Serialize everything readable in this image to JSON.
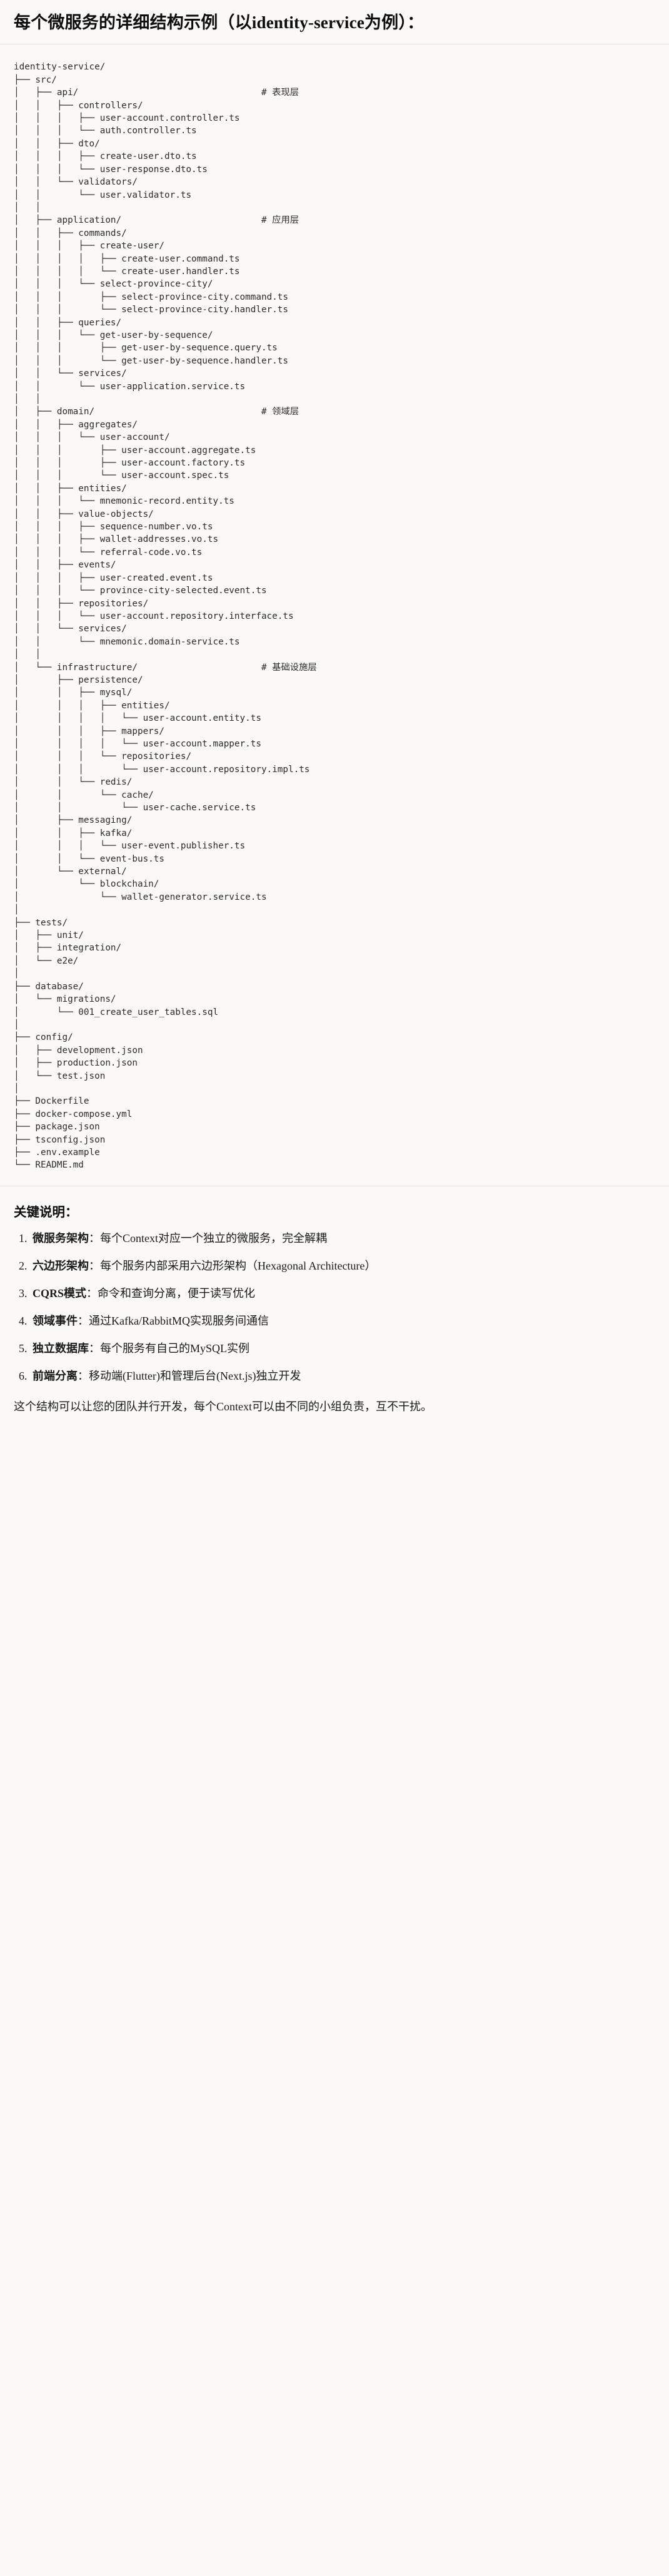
{
  "heading": "每个微服务的详细结构示例（以identity-service为例）：",
  "tree": {
    "root": "identity-service/",
    "lines": [
      {
        "prefix": "",
        "name": "identity-service/",
        "comment": ""
      },
      {
        "prefix": "├── ",
        "name": "src/",
        "comment": ""
      },
      {
        "prefix": "│   ├── ",
        "name": "api/",
        "comment": "# 表现层"
      },
      {
        "prefix": "│   │   ├── ",
        "name": "controllers/",
        "comment": ""
      },
      {
        "prefix": "│   │   │   ├── ",
        "name": "user-account.controller.ts",
        "comment": ""
      },
      {
        "prefix": "│   │   │   └── ",
        "name": "auth.controller.ts",
        "comment": ""
      },
      {
        "prefix": "│   │   ├── ",
        "name": "dto/",
        "comment": ""
      },
      {
        "prefix": "│   │   │   ├── ",
        "name": "create-user.dto.ts",
        "comment": ""
      },
      {
        "prefix": "│   │   │   └── ",
        "name": "user-response.dto.ts",
        "comment": ""
      },
      {
        "prefix": "│   │   └── ",
        "name": "validators/",
        "comment": ""
      },
      {
        "prefix": "│   │       └── ",
        "name": "user.validator.ts",
        "comment": ""
      },
      {
        "prefix": "│   │",
        "name": "",
        "comment": ""
      },
      {
        "prefix": "│   ├── ",
        "name": "application/",
        "comment": "# 应用层"
      },
      {
        "prefix": "│   │   ├── ",
        "name": "commands/",
        "comment": ""
      },
      {
        "prefix": "│   │   │   ├── ",
        "name": "create-user/",
        "comment": ""
      },
      {
        "prefix": "│   │   │   │   ├── ",
        "name": "create-user.command.ts",
        "comment": ""
      },
      {
        "prefix": "│   │   │   │   └── ",
        "name": "create-user.handler.ts",
        "comment": ""
      },
      {
        "prefix": "│   │   │   └── ",
        "name": "select-province-city/",
        "comment": ""
      },
      {
        "prefix": "│   │   │       ├── ",
        "name": "select-province-city.command.ts",
        "comment": ""
      },
      {
        "prefix": "│   │   │       └── ",
        "name": "select-province-city.handler.ts",
        "comment": ""
      },
      {
        "prefix": "│   │   ├── ",
        "name": "queries/",
        "comment": ""
      },
      {
        "prefix": "│   │   │   └── ",
        "name": "get-user-by-sequence/",
        "comment": ""
      },
      {
        "prefix": "│   │   │       ├── ",
        "name": "get-user-by-sequence.query.ts",
        "comment": ""
      },
      {
        "prefix": "│   │   │       └── ",
        "name": "get-user-by-sequence.handler.ts",
        "comment": ""
      },
      {
        "prefix": "│   │   └── ",
        "name": "services/",
        "comment": ""
      },
      {
        "prefix": "│   │       └── ",
        "name": "user-application.service.ts",
        "comment": ""
      },
      {
        "prefix": "│   │",
        "name": "",
        "comment": ""
      },
      {
        "prefix": "│   ├── ",
        "name": "domain/",
        "comment": "# 领域层"
      },
      {
        "prefix": "│   │   ├── ",
        "name": "aggregates/",
        "comment": ""
      },
      {
        "prefix": "│   │   │   └── ",
        "name": "user-account/",
        "comment": ""
      },
      {
        "prefix": "│   │   │       ├── ",
        "name": "user-account.aggregate.ts",
        "comment": ""
      },
      {
        "prefix": "│   │   │       ├── ",
        "name": "user-account.factory.ts",
        "comment": ""
      },
      {
        "prefix": "│   │   │       └── ",
        "name": "user-account.spec.ts",
        "comment": ""
      },
      {
        "prefix": "│   │   ├── ",
        "name": "entities/",
        "comment": ""
      },
      {
        "prefix": "│   │   │   └── ",
        "name": "mnemonic-record.entity.ts",
        "comment": ""
      },
      {
        "prefix": "│   │   ├── ",
        "name": "value-objects/",
        "comment": ""
      },
      {
        "prefix": "│   │   │   ├── ",
        "name": "sequence-number.vo.ts",
        "comment": ""
      },
      {
        "prefix": "│   │   │   ├── ",
        "name": "wallet-addresses.vo.ts",
        "comment": ""
      },
      {
        "prefix": "│   │   │   └── ",
        "name": "referral-code.vo.ts",
        "comment": ""
      },
      {
        "prefix": "│   │   ├── ",
        "name": "events/",
        "comment": ""
      },
      {
        "prefix": "│   │   │   ├── ",
        "name": "user-created.event.ts",
        "comment": ""
      },
      {
        "prefix": "│   │   │   └── ",
        "name": "province-city-selected.event.ts",
        "comment": ""
      },
      {
        "prefix": "│   │   ├── ",
        "name": "repositories/",
        "comment": ""
      },
      {
        "prefix": "│   │   │   └── ",
        "name": "user-account.repository.interface.ts",
        "comment": ""
      },
      {
        "prefix": "│   │   └── ",
        "name": "services/",
        "comment": ""
      },
      {
        "prefix": "│   │       └── ",
        "name": "mnemonic.domain-service.ts",
        "comment": ""
      },
      {
        "prefix": "│   │",
        "name": "",
        "comment": ""
      },
      {
        "prefix": "│   └── ",
        "name": "infrastructure/",
        "comment": "# 基础设施层"
      },
      {
        "prefix": "│       ├── ",
        "name": "persistence/",
        "comment": ""
      },
      {
        "prefix": "│       │   ├── ",
        "name": "mysql/",
        "comment": ""
      },
      {
        "prefix": "│       │   │   ├── ",
        "name": "entities/",
        "comment": ""
      },
      {
        "prefix": "│       │   │   │   └── ",
        "name": "user-account.entity.ts",
        "comment": ""
      },
      {
        "prefix": "│       │   │   ├── ",
        "name": "mappers/",
        "comment": ""
      },
      {
        "prefix": "│       │   │   │   └── ",
        "name": "user-account.mapper.ts",
        "comment": ""
      },
      {
        "prefix": "│       │   │   └── ",
        "name": "repositories/",
        "comment": ""
      },
      {
        "prefix": "│       │   │       └── ",
        "name": "user-account.repository.impl.ts",
        "comment": ""
      },
      {
        "prefix": "│       │   └── ",
        "name": "redis/",
        "comment": ""
      },
      {
        "prefix": "│       │       └── ",
        "name": "cache/",
        "comment": ""
      },
      {
        "prefix": "│       │           └── ",
        "name": "user-cache.service.ts",
        "comment": ""
      },
      {
        "prefix": "│       ├── ",
        "name": "messaging/",
        "comment": ""
      },
      {
        "prefix": "│       │   ├── ",
        "name": "kafka/",
        "comment": ""
      },
      {
        "prefix": "│       │   │   └── ",
        "name": "user-event.publisher.ts",
        "comment": ""
      },
      {
        "prefix": "│       │   └── ",
        "name": "event-bus.ts",
        "comment": ""
      },
      {
        "prefix": "│       └── ",
        "name": "external/",
        "comment": ""
      },
      {
        "prefix": "│           └── ",
        "name": "blockchain/",
        "comment": ""
      },
      {
        "prefix": "│               └── ",
        "name": "wallet-generator.service.ts",
        "comment": ""
      },
      {
        "prefix": "│",
        "name": "",
        "comment": ""
      },
      {
        "prefix": "├── ",
        "name": "tests/",
        "comment": ""
      },
      {
        "prefix": "│   ├── ",
        "name": "unit/",
        "comment": ""
      },
      {
        "prefix": "│   ├── ",
        "name": "integration/",
        "comment": ""
      },
      {
        "prefix": "│   └── ",
        "name": "e2e/",
        "comment": ""
      },
      {
        "prefix": "│",
        "name": "",
        "comment": ""
      },
      {
        "prefix": "├── ",
        "name": "database/",
        "comment": ""
      },
      {
        "prefix": "│   └── ",
        "name": "migrations/",
        "comment": ""
      },
      {
        "prefix": "│       └── ",
        "name": "001_create_user_tables.sql",
        "comment": ""
      },
      {
        "prefix": "│",
        "name": "",
        "comment": ""
      },
      {
        "prefix": "├── ",
        "name": "config/",
        "comment": ""
      },
      {
        "prefix": "│   ├── ",
        "name": "development.json",
        "comment": ""
      },
      {
        "prefix": "│   ├── ",
        "name": "production.json",
        "comment": ""
      },
      {
        "prefix": "│   └── ",
        "name": "test.json",
        "comment": ""
      },
      {
        "prefix": "│",
        "name": "",
        "comment": ""
      },
      {
        "prefix": "├── ",
        "name": "Dockerfile",
        "comment": ""
      },
      {
        "prefix": "├── ",
        "name": "docker-compose.yml",
        "comment": ""
      },
      {
        "prefix": "├── ",
        "name": "package.json",
        "comment": ""
      },
      {
        "prefix": "├── ",
        "name": "tsconfig.json",
        "comment": ""
      },
      {
        "prefix": "├── ",
        "name": ".env.example",
        "comment": ""
      },
      {
        "prefix": "└── ",
        "name": "README.md",
        "comment": ""
      }
    ],
    "comment_column": 46
  },
  "keys": {
    "title": "关键说明：",
    "items": [
      {
        "term": "微服务架构",
        "sep": "：",
        "desc": "每个Context对应一个独立的微服务，完全解耦"
      },
      {
        "term": "六边形架构",
        "sep": "：",
        "desc": "每个服务内部采用六边形架构（Hexagonal Architecture）"
      },
      {
        "term": "CQRS模式",
        "sep": "：",
        "desc": "命令和查询分离，便于读写优化"
      },
      {
        "term": "领域事件",
        "sep": "：",
        "desc": "通过Kafka/RabbitMQ实现服务间通信"
      },
      {
        "term": "独立数据库",
        "sep": "：",
        "desc": "每个服务有自己的MySQL实例"
      },
      {
        "term": "前端分离",
        "sep": "：",
        "desc": "移动端(Flutter)和管理后台(Next.js)独立开发"
      }
    ],
    "closing": "这个结构可以让您的团队并行开发，每个Context可以由不同的小组负责，互不干扰。"
  },
  "colors": {
    "background": "#faf9f7",
    "text": "#1a1a1a",
    "code_text": "#2b2b2b",
    "rule": "#e3e1dd"
  }
}
